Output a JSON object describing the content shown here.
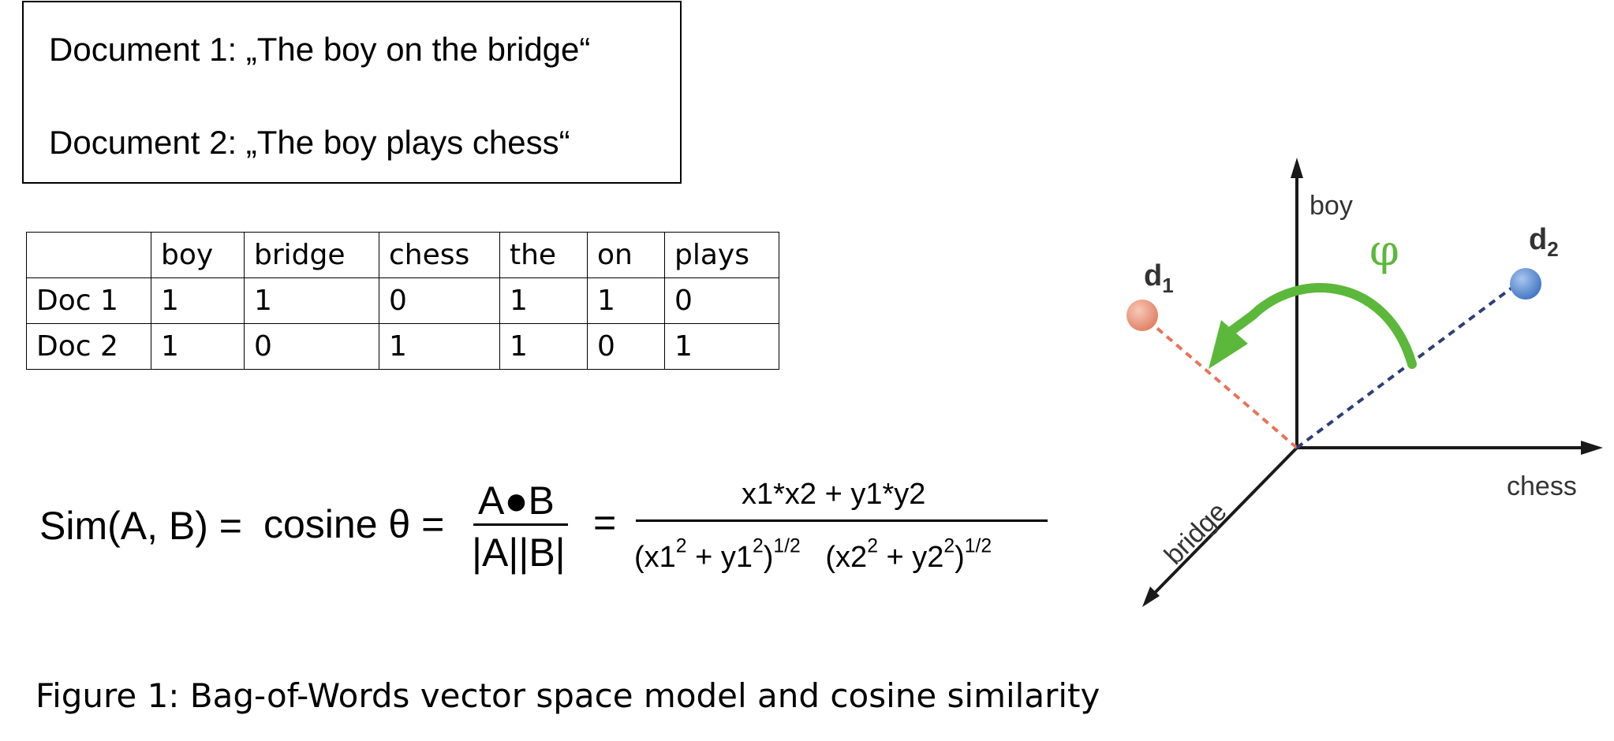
{
  "documents": {
    "doc1": "Document 1: „The boy on the bridge“",
    "doc2": "Document 2: „The boy plays chess“"
  },
  "table": {
    "headers": [
      "",
      "boy",
      "bridge",
      "chess",
      "the",
      "on",
      "plays"
    ],
    "rows": [
      [
        "Doc 1",
        "1",
        "1",
        "0",
        "1",
        "1",
        "0"
      ],
      [
        "Doc 2",
        "1",
        "0",
        "1",
        "1",
        "0",
        "1"
      ]
    ]
  },
  "formula": {
    "lhs": "Sim(A, B) =",
    "cosine": "cosine θ =",
    "frac1_num": "A●B",
    "frac1_den": "|A||B|",
    "equals": "=",
    "frac2_num": "x1*x2 + y1*y2",
    "den_a_base": "(x1",
    "den_a_sq": "2",
    "den_a_mid": " + y1",
    "den_a_sq2": "2",
    "den_a_close": ")",
    "den_a_exp": "1/2",
    "den_b_base": "(x2",
    "den_b_sq": "2",
    "den_b_mid": " + y2",
    "den_b_sq2": "2",
    "den_b_close": ")",
    "den_b_exp": "1/2"
  },
  "caption": "Figure 1: Bag-of-Words vector space model and cosine similarity",
  "diagram": {
    "axis_boy": "boy",
    "axis_chess": "chess",
    "axis_bridge": "bridge",
    "angle_symbol": "φ",
    "d1_base": "d",
    "d1_sub": "1",
    "d2_base": "d",
    "d2_sub": "2",
    "colors": {
      "d1": "#e8735a",
      "d2": "#2e3f78",
      "arrow": "#5cb83a",
      "axes": "#1a1a1a"
    }
  }
}
